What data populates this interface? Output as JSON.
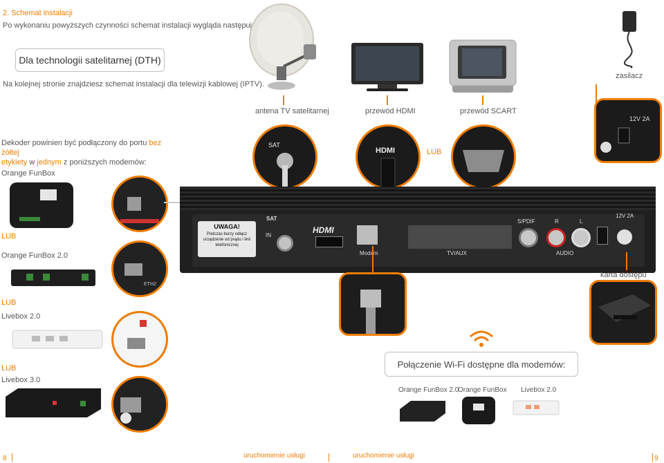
{
  "section": {
    "number": "2.",
    "title": "Schemat instalacji",
    "intro": "Po wykonaniu powyższych czynności schemat instalacji wygląda następująco:"
  },
  "technology_box": {
    "label": "Dla technologii satelitarnej (DTH)"
  },
  "next_page_note": "Na kolejnej stronie znajdziesz schemat instalacji dla telewizji kablowej (IPTV).",
  "labels": {
    "antenna": "antena TV satelitarnej",
    "hdmi_cable": "przewód HDMI",
    "scart_cable": "przewód SCART",
    "power_supply": "zasilacz",
    "access_card": "karta dostępu",
    "or_mid": "LUB"
  },
  "decoder_note": {
    "part1": "Dekoder powinien być podłączony do portu",
    "highlight1": "bez żółtej",
    "highlight2": "etykiety",
    "part2": "w",
    "highlight3": "jednym",
    "part3": "z poniższych modemów:"
  },
  "modems": [
    {
      "name": "Orange FunBox",
      "or": "LUB"
    },
    {
      "name": "Orange FunBox 2.0",
      "or": "LUB"
    },
    {
      "name": "Livebox 2.0",
      "or": "LUB"
    },
    {
      "name": "Livebox 3.0",
      "or": ""
    }
  ],
  "decoder_panel": {
    "warning_title": "UWAGA!",
    "warning_text": "Podczas burzy odłącz urządzenie od prądu i linii telefonicznej",
    "port_sat": "SAT",
    "port_in": "IN",
    "port_hdmi": "HDMI",
    "port_modem": "Modem",
    "port_tvaux": "TV/AUX",
    "port_spdif": "S/PDIF",
    "port_audio": "AUDIO",
    "port_r": "R",
    "port_l": "L",
    "power_rating": "12V 2A"
  },
  "wifi": {
    "title": "Połączenie Wi-Fi dostępne dla modemów:",
    "modems": [
      "Orange FunBox 2.0",
      "Orange FunBox",
      "Livebox 2.0"
    ]
  },
  "footer": {
    "page_left": "8",
    "page_right": "9",
    "link_left": "uruchomienie usługi",
    "link_right": "uruchomienie usługi"
  },
  "colors": {
    "accent": "#f07d00",
    "text": "#555555",
    "dark": "#1d1d1d"
  }
}
